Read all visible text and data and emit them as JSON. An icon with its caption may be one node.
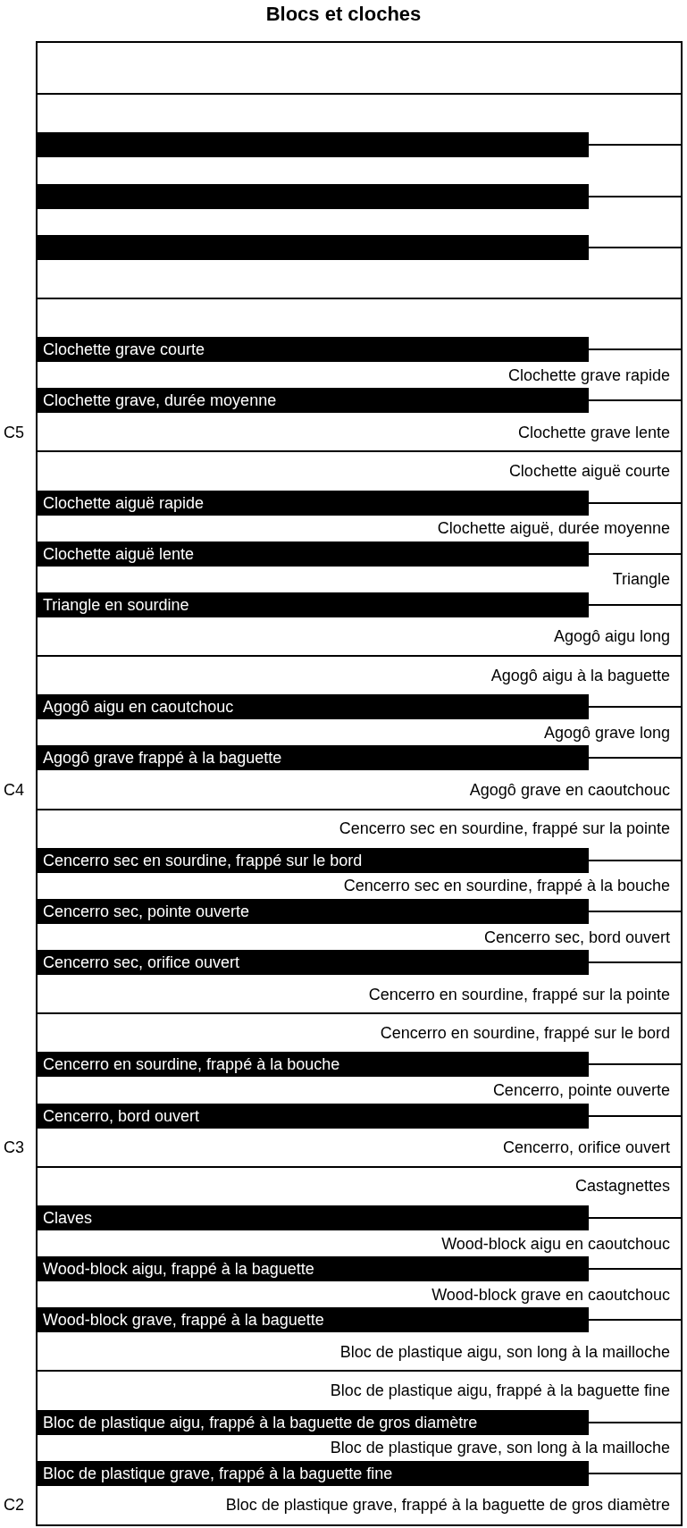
{
  "diagram": {
    "title": "Blocs et cloches",
    "nodes": [
      {
        "text": [],
        "shape": "box"
      },
      {
        "text": [],
        "shape": "box"
      },
      {
        "text": [],
        "shape": "box"
      },
      {
        "text": [],
        "shape": "box"
      },
      {
        "text": [],
        "shape": "box"
      },
      {
        "text": [],
        "shape": "box"
      },
      {
        "text": [],
        "shape": "box"
      },
      {
        "text": [],
        "shape": "box"
      },
      {
        "text": [],
        "shape": "box"
      },
      {
        "text": [
          "Clochette grave courte"
        ]
      },
      {
        "text": [
          "Clochette grave rapide"
        ]
      },
      {
        "text": [
          "Clochette grave, durée moyenne"
        ]
      },
      {
        "text": [
          "Clochette grave lente"
        ]
      },
      {
        "text": [
          "Clochette aiguë courte"
        ]
      },
      {
        "text": [
          "Clochette aiguë rapide"
        ]
      },
      {
        "text": [
          "Clochette aiguë, durée moyenne"
        ]
      },
      {
        "text": [
          "Clochette aiguë lente"
        ]
      },
      {
        "text": [
          "Triangle"
        ]
      },
      {
        "text": [
          "Triangle en sourdine"
        ]
      },
      {
        "text": [
          "Agogô aigu long"
        ]
      },
      {
        "text": [
          "Agogô aigu à la baguette"
        ]
      },
      {
        "text": [
          "Agogô aigu en caoutchouc"
        ]
      },
      {
        "text": [
          "Agogô grave long"
        ]
      },
      {
        "text": [
          "Agogô grave frappé à la baguette"
        ]
      },
      {
        "text": [
          "Agogô grave en caoutchouc"
        ]
      },
      {
        "text": [
          "Cencerro sec en sourdine, frappé sur la pointe"
        ]
      },
      {
        "text": [
          "Cencerro sec en sourdine, frappé sur le bord"
        ]
      },
      {
        "text": [
          "Cencerro sec en sourdine, frappé à la bouche"
        ]
      },
      {
        "text": [
          "Cencerro sec, pointe ouverte"
        ]
      },
      {
        "text": [
          "Cencerro sec, bord ouvert"
        ]
      },
      {
        "text": [
          "Cencerro sec, orifice ouvert"
        ]
      },
      {
        "text": [
          "Cencerro en sourdine, frappé sur la pointe"
        ]
      },
      {
        "text": [
          "Cencerro en sourdine, frappé sur le bord"
        ]
      },
      {
        "text": [
          "Cencerro en sourdine, frappé à la bouche"
        ]
      },
      {
        "text": [
          "Cencerro, pointe ouverte"
        ]
      },
      {
        "text": [
          "Cencerro, bord ouvert"
        ]
      },
      {
        "text": [
          "Cencerro, orifice ouvert"
        ]
      },
      {
        "text": [
          "Castagnettes"
        ]
      },
      {
        "text": [
          "Claves"
        ]
      },
      {
        "text": [
          "Wood-block aigu en caoutchouc"
        ]
      },
      {
        "text": [
          "Wood-block aigu, frappé à la baguette"
        ]
      },
      {
        "text": [
          "Wood-block grave en caoutchouc"
        ]
      },
      {
        "text": [
          "Wood-block grave, frappé à la baguette"
        ]
      },
      {
        "text": [
          "Bloc de plastique aigu, son long à la mailloche"
        ]
      },
      {
        "text": [
          "Bloc de plastique aigu, frappé à la baguette fine"
        ]
      },
      {
        "text": [
          "Bloc de plastique aigu, frappé à la baguette de gros diamètre"
        ]
      },
      {
        "text": [
          "Bloc de plastique grave, son long à la mailloche"
        ]
      },
      {
        "text": [
          "Bloc de plastique grave, frappé à la baguette fine"
        ]
      },
      {
        "text": [
          "Bloc de plastique grave, frappé à la baguette de gros diamètre"
        ]
      }
    ],
    "labels": [
      "C5",
      "C4",
      "C3",
      "C2"
    ]
  }
}
